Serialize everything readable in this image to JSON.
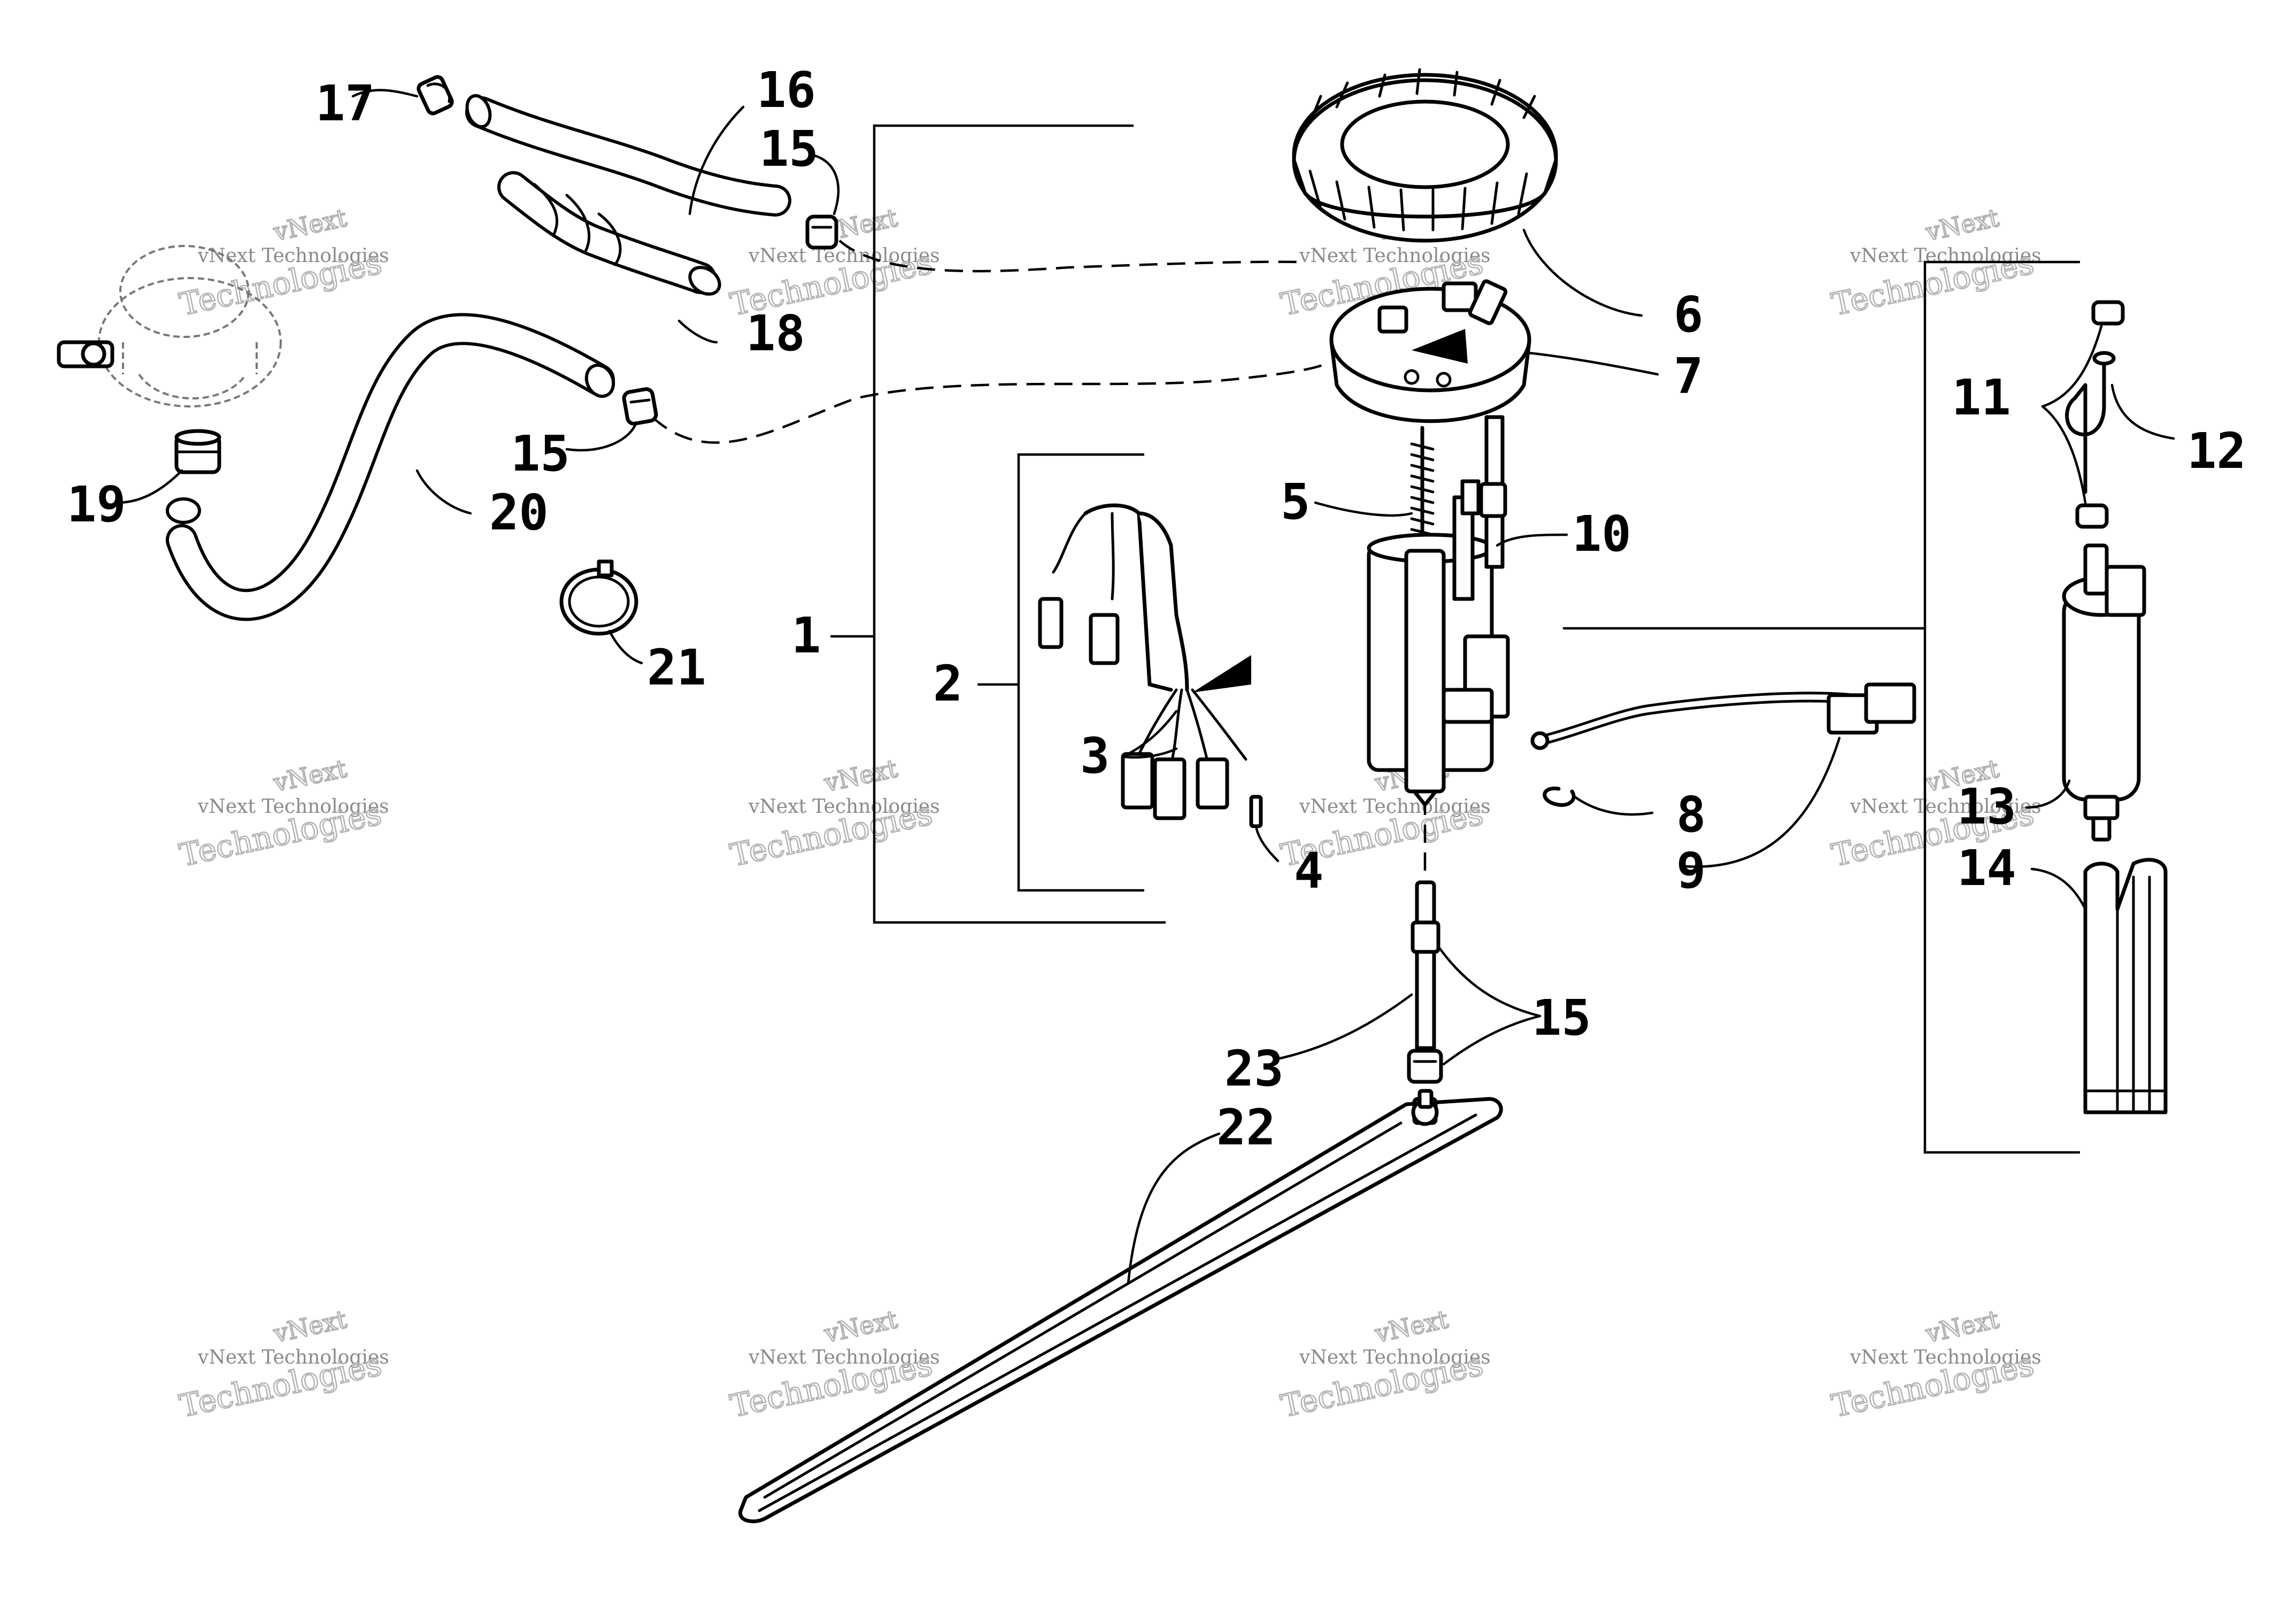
{
  "callouts": [
    {
      "id": "1",
      "text": "1"
    },
    {
      "id": "2",
      "text": "2"
    },
    {
      "id": "3",
      "text": "3"
    },
    {
      "id": "4",
      "text": "4"
    },
    {
      "id": "5",
      "text": "5"
    },
    {
      "id": "6",
      "text": "6"
    },
    {
      "id": "7",
      "text": "7"
    },
    {
      "id": "8",
      "text": "8"
    },
    {
      "id": "9",
      "text": "9"
    },
    {
      "id": "10",
      "text": "10"
    },
    {
      "id": "11",
      "text": "11"
    },
    {
      "id": "12",
      "text": "12"
    },
    {
      "id": "13",
      "text": "13"
    },
    {
      "id": "14",
      "text": "14"
    },
    {
      "id": "15a",
      "text": "15"
    },
    {
      "id": "15b",
      "text": "15"
    },
    {
      "id": "15c",
      "text": "15"
    },
    {
      "id": "16",
      "text": "16"
    },
    {
      "id": "17",
      "text": "17"
    },
    {
      "id": "18",
      "text": "18"
    },
    {
      "id": "19",
      "text": "19"
    },
    {
      "id": "20",
      "text": "20"
    },
    {
      "id": "21",
      "text": "21"
    },
    {
      "id": "22",
      "text": "22"
    },
    {
      "id": "23",
      "text": "23"
    }
  ],
  "watermark": {
    "brand_word": "vNext",
    "line1": "vNext Technologies",
    "line2": "Technologies"
  }
}
